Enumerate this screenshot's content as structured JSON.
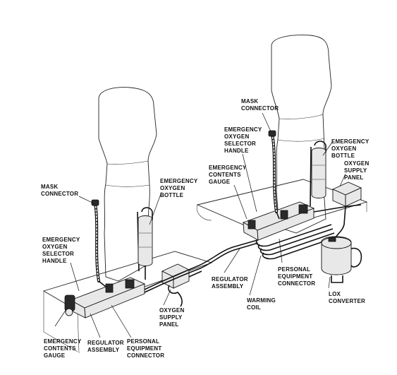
{
  "labels": {
    "left_mask_connector": [
      "MASK",
      "CONNECTOR"
    ],
    "left_emergency_oxygen_bottle": [
      "EMERGENCY",
      "OXYGEN",
      "BOTTLE"
    ],
    "left_selector_handle": [
      "EMERGENCY",
      "OXYGEN",
      "SELECTOR",
      "HANDLE"
    ],
    "left_contents_gauge": [
      "EMERGENCY",
      "CONTENTS",
      "GAUGE"
    ],
    "left_regulator_assembly": [
      "REGULATOR",
      "ASSEMBLY"
    ],
    "left_personal_equipment_connector": [
      "PERSONAL",
      "EQUIPMENT",
      "CONNECTOR"
    ],
    "left_oxygen_supply_panel": [
      "OXYGEN",
      "SUPPLY",
      "PANEL"
    ],
    "right_mask_connector": [
      "MASK",
      "CONNECTOR"
    ],
    "right_selector_handle": [
      "EMERGENCY",
      "OXYGEN",
      "SELECTOR",
      "HANDLE"
    ],
    "right_contents_gauge": [
      "EMERGENCY",
      "CONTENTS",
      "GAUGE"
    ],
    "right_emergency_oxygen_bottle": [
      "EMERGENCY",
      "OXYGEN",
      "BOTTLE"
    ],
    "right_oxygen_supply_panel": [
      "OXYGEN",
      "SUPPLY",
      "PANEL"
    ],
    "center_regulator_assembly": [
      "REGULATOR",
      "ASSEMBLY"
    ],
    "right_personal_equipment_connector": [
      "PERSONAL",
      "EQUIPMENT",
      "CONNECTOR"
    ],
    "warming_coil": [
      "WARMING",
      "COIL"
    ],
    "lox_converter": [
      "LOX",
      "CONVERTER"
    ]
  }
}
